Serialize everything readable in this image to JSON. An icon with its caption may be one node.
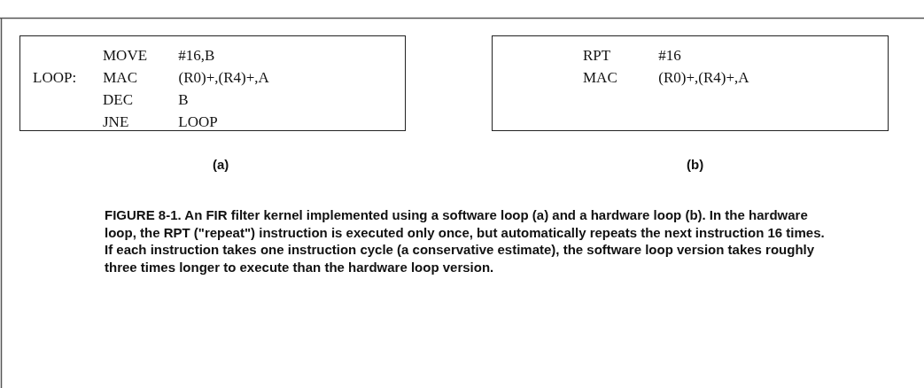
{
  "diagram": {
    "caption": "FIGURE 8-1. An FIR filter kernel implemented using a software loop (a) and a hardware loop (b). In the hardware loop, the RPT (\"repeat\") instruction is executed only once, but automatically repeats the next instruction 16 times. If each instruction takes one instruction cycle (a conservative estimate), the software loop version takes roughly three times longer to execute than the hardware loop version.",
    "nodes": [
      {
        "text": [
          "MOVE #16,B",
          "LOOP: MAC (R0)+,(R4)+,A",
          "DEC B",
          "JNE LOOP"
        ],
        "beside": [
          "(a)"
        ]
      },
      {
        "text": [
          "RPT #16",
          "MAC (R0)+,(R4)+,A"
        ],
        "beside": [
          "(b)"
        ]
      }
    ]
  }
}
